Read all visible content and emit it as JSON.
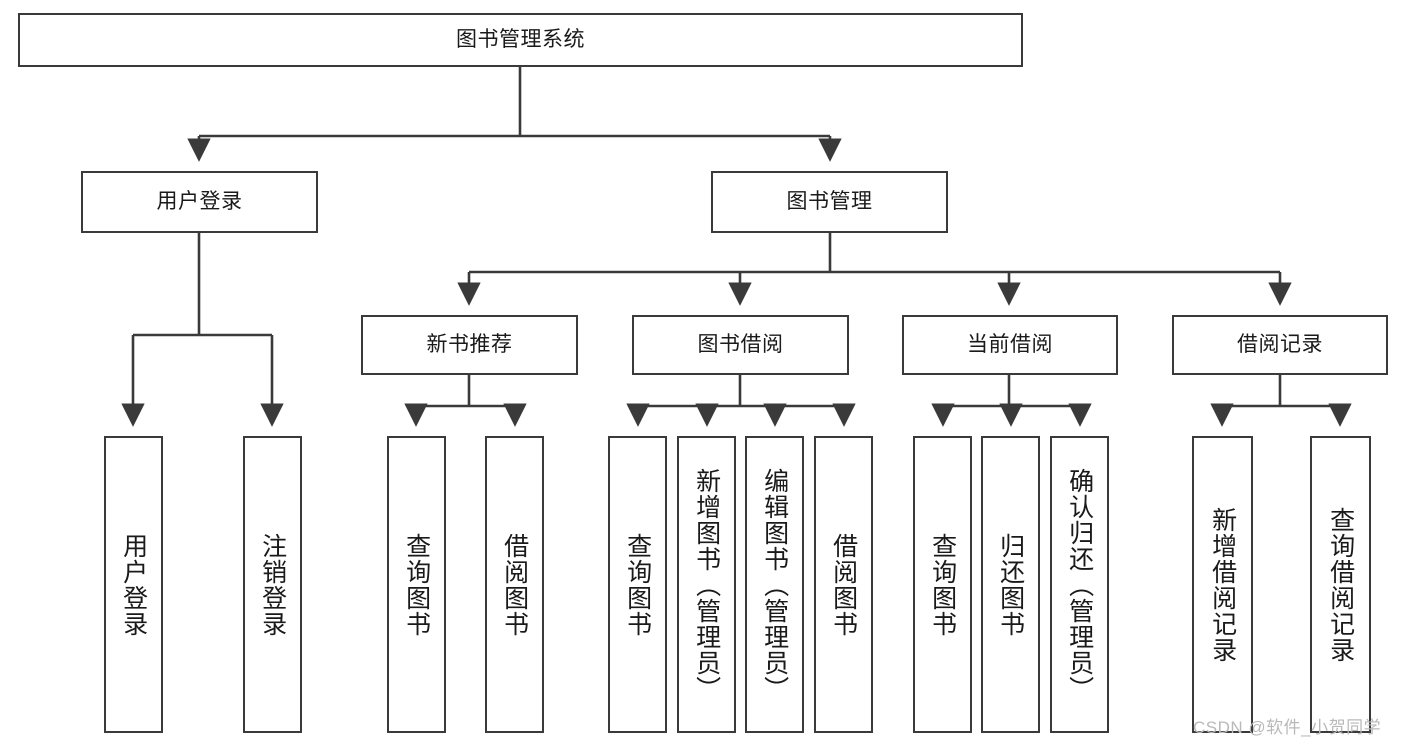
{
  "diagram": {
    "type": "tree",
    "title": "图书管理系统",
    "root": {
      "id": "root",
      "label": "图书管理系统",
      "orientation": "horizontal"
    },
    "level2": [
      {
        "id": "user-login",
        "label": "用户登录",
        "orientation": "horizontal"
      },
      {
        "id": "book-manage",
        "label": "图书管理",
        "orientation": "horizontal"
      }
    ],
    "level3": [
      {
        "id": "new-book-recommend",
        "label": "新书推荐",
        "orientation": "horizontal",
        "parent": "book-manage"
      },
      {
        "id": "book-borrow",
        "label": "图书借阅",
        "orientation": "horizontal",
        "parent": "book-manage"
      },
      {
        "id": "current-borrow",
        "label": "当前借阅",
        "orientation": "horizontal",
        "parent": "book-manage"
      },
      {
        "id": "borrow-record",
        "label": "借阅记录",
        "orientation": "horizontal",
        "parent": "book-manage"
      }
    ],
    "leaves": [
      {
        "id": "leaf-user-login",
        "label": "用户登录",
        "orientation": "vertical",
        "parent": "user-login"
      },
      {
        "id": "leaf-user-logout",
        "label": "注销登录",
        "orientation": "vertical",
        "parent": "user-login"
      },
      {
        "id": "leaf-query-book-1",
        "label": "查询图书",
        "orientation": "vertical",
        "parent": "new-book-recommend"
      },
      {
        "id": "leaf-borrow-book-1",
        "label": "借阅图书",
        "orientation": "vertical",
        "parent": "new-book-recommend"
      },
      {
        "id": "leaf-query-book-2",
        "label": "查询图书",
        "orientation": "vertical",
        "parent": "book-borrow"
      },
      {
        "id": "leaf-add-book",
        "label": "新增图书（管理员）",
        "orientation": "vertical",
        "parent": "book-borrow"
      },
      {
        "id": "leaf-edit-book",
        "label": "编辑图书（管理员）",
        "orientation": "vertical",
        "parent": "book-borrow"
      },
      {
        "id": "leaf-borrow-book-2",
        "label": "借阅图书",
        "orientation": "vertical",
        "parent": "book-borrow"
      },
      {
        "id": "leaf-query-book-3",
        "label": "查询图书",
        "orientation": "vertical",
        "parent": "current-borrow"
      },
      {
        "id": "leaf-return-book",
        "label": "归还图书",
        "orientation": "vertical",
        "parent": "current-borrow"
      },
      {
        "id": "leaf-confirm-return",
        "label": "确认归还（管理员）",
        "orientation": "vertical",
        "parent": "current-borrow"
      },
      {
        "id": "leaf-add-record",
        "label": "新增借阅记录",
        "orientation": "vertical",
        "parent": "borrow-record"
      },
      {
        "id": "leaf-query-record",
        "label": "查询借阅记录",
        "orientation": "vertical",
        "parent": "borrow-record"
      }
    ],
    "colors": {
      "stroke": "#3a3a3a",
      "fill": "#ffffff",
      "text": "#1a1a1a",
      "watermark": "#b9b9b9"
    }
  },
  "watermark": {
    "text": "CSDN @软件_小贺同学"
  }
}
